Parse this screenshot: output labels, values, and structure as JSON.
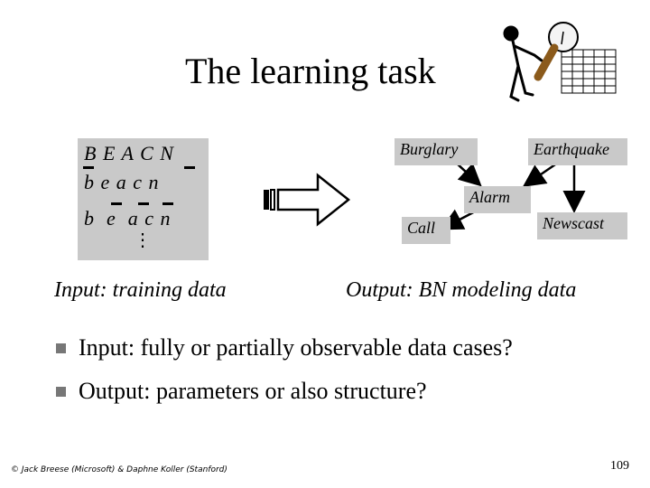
{
  "title": "The learning task",
  "training_data": {
    "header": [
      "B",
      "E",
      "A",
      "C",
      "N"
    ],
    "row1": [
      "b",
      "e",
      "a",
      "c",
      "n"
    ],
    "row2": [
      "b",
      "e",
      "a",
      "c",
      "n"
    ],
    "ellipsis": "⋮"
  },
  "network": {
    "nodes": {
      "burglary": "Burglary",
      "earthquake": "Earthquake",
      "alarm": "Alarm",
      "call": "Call",
      "newscast": "Newscast"
    }
  },
  "captions": {
    "input": "Input: training data",
    "output": "Output: BN modeling data"
  },
  "bullets": [
    "Input: fully or partially observable data cases?",
    "Output: parameters or also structure?"
  ],
  "footer": "© Jack Breese (Microsoft) & Daphne Koller (Stanford)",
  "page_number": "109"
}
